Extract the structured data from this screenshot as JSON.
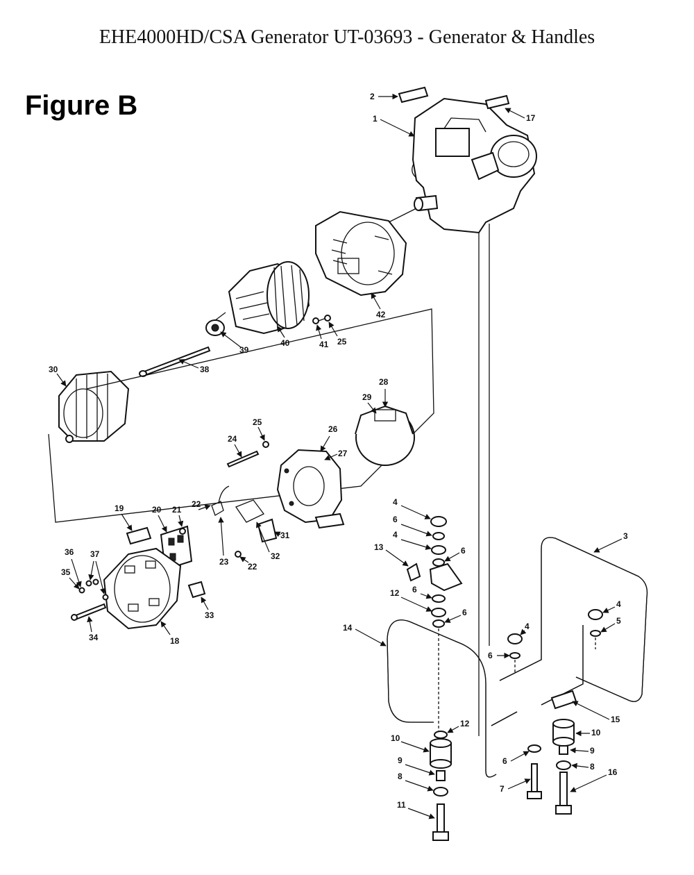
{
  "title": "EHE4000HD/CSA Generator UT-03693 - Generator & Handles",
  "figure_label": "Figure B",
  "callouts": [
    "1",
    "2",
    "3",
    "4",
    "5",
    "6",
    "7",
    "8",
    "9",
    "10",
    "11",
    "12",
    "13",
    "14",
    "15",
    "16",
    "17",
    "18",
    "19",
    "20",
    "21",
    "22",
    "23",
    "24",
    "25",
    "26",
    "27",
    "28",
    "29",
    "30",
    "31",
    "32",
    "33",
    "34",
    "35",
    "36",
    "37",
    "38",
    "39",
    "40",
    "41",
    "42"
  ]
}
